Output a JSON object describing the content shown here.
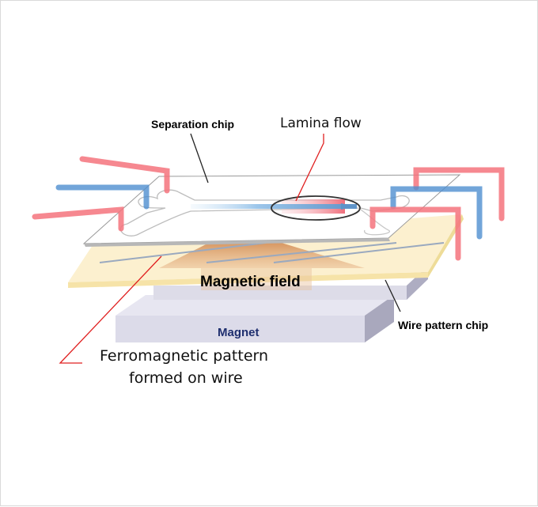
{
  "labels": {
    "separation_chip": "Separation chip",
    "lamina_flow": "Lamina flow",
    "magnetic_field": "Magnetic field",
    "magnet": "Magnet",
    "wire_pattern_chip": "Wire pattern chip",
    "ferromagnetic_line1": "Ferromagnetic pattern",
    "ferromagnetic_line2": "formed on wire"
  },
  "colors": {
    "red_tube": "#f4737d",
    "blue_tube": "#4f8fcf",
    "wire_chip": "#fbefc9",
    "magnet": "#dcdcea",
    "field": "#d9955a",
    "callout_red": "#e02020",
    "magnet_text": "#1f2f6f"
  }
}
